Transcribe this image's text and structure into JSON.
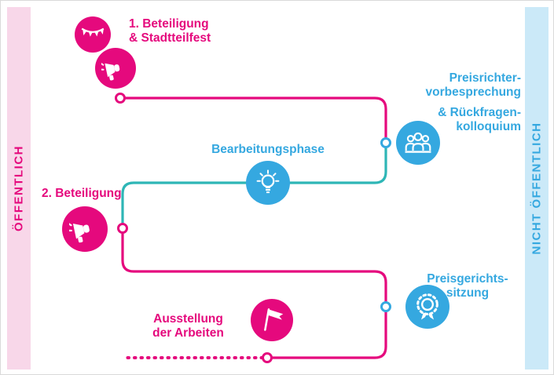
{
  "diagram": {
    "left_bar": "ÖFFENTLICH",
    "right_bar": "NICHT ÖFFENTLICH",
    "steps": {
      "step1": {
        "line1": "1. Beteiligung",
        "line2": "& Stadtteilfest"
      },
      "preisrichter": {
        "line1": "Preisrichter-",
        "line2": "vorbesprechung",
        "line3": "& Rückfragen-",
        "line4": "kolloquium"
      },
      "bearbeitung": {
        "line1": "Bearbeitungsphase"
      },
      "step2": {
        "line1": "2. Beteiligung"
      },
      "preisgericht": {
        "line1": "Preisgerichts-",
        "line2": "sitzung"
      },
      "ausstellung": {
        "line1": "Ausstellung",
        "line2": "der Arbeiten"
      }
    },
    "icons": {
      "step1": [
        "bunting-icon",
        "megaphone-icon"
      ],
      "preisrichter": "people-icon",
      "bearbeitung": "lightbulb-icon",
      "step2": "megaphone-icon",
      "preisgericht": "award-icon",
      "ausstellung": "flag-icon"
    },
    "colors": {
      "pink": "#e5097d",
      "blue": "#35a8e0",
      "teal": "#2eb6b6",
      "light_pink": "#f8d7e9",
      "light_blue": "#cbe9f8"
    }
  }
}
